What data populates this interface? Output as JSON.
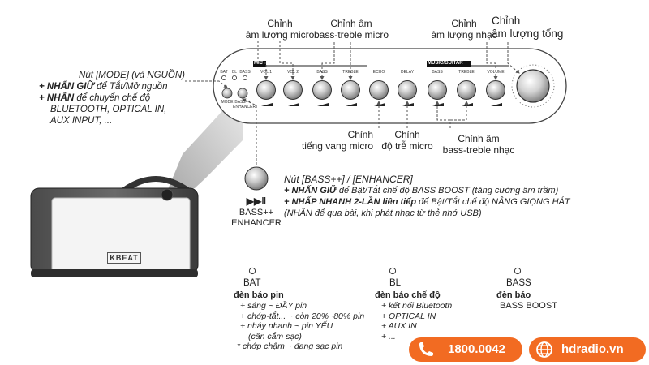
{
  "panel": {
    "sections": {
      "mic": "MIC",
      "music": "MUSIC/GUITAR"
    },
    "knob_labels": [
      "VOL 1",
      "VOL 2",
      "BASS",
      "TREBLE",
      "ECHO",
      "DELAY",
      "BASS",
      "TREBLE",
      "VOLUME"
    ],
    "leds": [
      "BAT",
      "BL",
      "BASS"
    ],
    "mode_label": "MODE",
    "enh_label": "BASS++ ENHANCER"
  },
  "callouts_top": {
    "mic_volume": [
      "Chỉnh",
      "âm lượng micro"
    ],
    "mic_bass_treble": [
      "Chỉnh âm",
      "bass-treble micro"
    ],
    "music_volume": [
      "Chỉnh",
      "âm lượng nhạc"
    ],
    "master_volume": [
      "Chỉnh",
      "âm lượng tổng"
    ]
  },
  "callouts_bottom": {
    "echo": [
      "Chỉnh",
      "tiếng vang micro"
    ],
    "delay": [
      "Chỉnh",
      "độ trễ micro"
    ],
    "music_bass_treble": [
      "Chỉnh âm",
      "bass-treble nhạc"
    ]
  },
  "mode_note": {
    "title": "Nút [MODE] (và NGUỒN)",
    "l1_key": "+ NHẤN GIỮ",
    "l1_rest": " để Tắt/Mở nguồn",
    "l2_key": "+ NHẤN",
    "l2_rest": " để chuyển chế độ",
    "l3": "BLUETOOTH, OPTICAL IN,",
    "l4": "AUX INPUT, ..."
  },
  "enhancer": {
    "symbol": "▶▶‖",
    "label_1": "BASS++",
    "label_2": "ENHANCER",
    "title": "Nút [BASS++] / [ENHANCER]",
    "l1_key": "+ NHẤN GIỮ",
    "l1_rest": " để Bật/Tắt chế độ BASS BOOST (tăng cường âm trầm)",
    "l2_key": "+ NHẤP NHANH 2-LẦN liên tiếp",
    "l2_rest": " để Bật/Tắt chế độ NÂNG GIỌNG HÁT",
    "l3": "(NHẤN để qua bài, khi phát nhạc từ thẻ nhớ USB)"
  },
  "speaker": {
    "logo": "KBEAT"
  },
  "leds_legend": {
    "bat": {
      "name": "BAT",
      "title": "đèn báo pin",
      "lines": [
        "+ sáng ~ ĐẦY pin",
        "+ chớp-tắt... ~ còn 20%~80% pin",
        "+ nháy nhanh ~ pin YẾU",
        "(cần cắm sạc)",
        "* chớp chậm ~ đang sạc pin"
      ]
    },
    "bl": {
      "name": "BL",
      "title": "đèn báo chế độ",
      "lines": [
        "+ kết nối Bluetooth",
        "+ OPTICAL IN",
        "+ AUX IN",
        "+ ..."
      ]
    },
    "bass": {
      "name": "BASS",
      "title": "đèn báo",
      "sub": "BASS BOOST"
    }
  },
  "contact": {
    "phone": "1800.0042",
    "site": "hdradio.vn",
    "brand_color": "#f26b22",
    "phone_icon": "phone-icon",
    "globe_icon": "globe-icon"
  }
}
